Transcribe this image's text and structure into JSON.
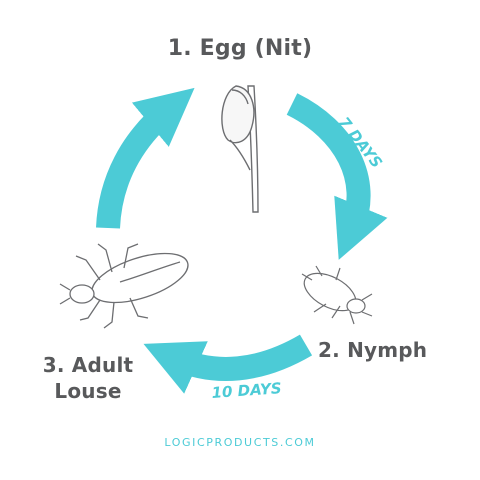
{
  "stages": [
    {
      "label": "1. Egg (Nit)",
      "icon": "nit-egg-icon"
    },
    {
      "label": "2. Nymph",
      "icon": "nymph-louse-icon"
    },
    {
      "label": "3. Adult",
      "label_line2": "Louse",
      "icon": "adult-louse-icon"
    }
  ],
  "durations": {
    "egg_to_nymph": "7 DAYS",
    "nymph_to_adult": "10 DAYS"
  },
  "footer": "LOGICPRODUCTS.COM",
  "colors": {
    "arrow": "#4ccbd6",
    "label": "#58595b",
    "sketch": "#6d6e71"
  }
}
